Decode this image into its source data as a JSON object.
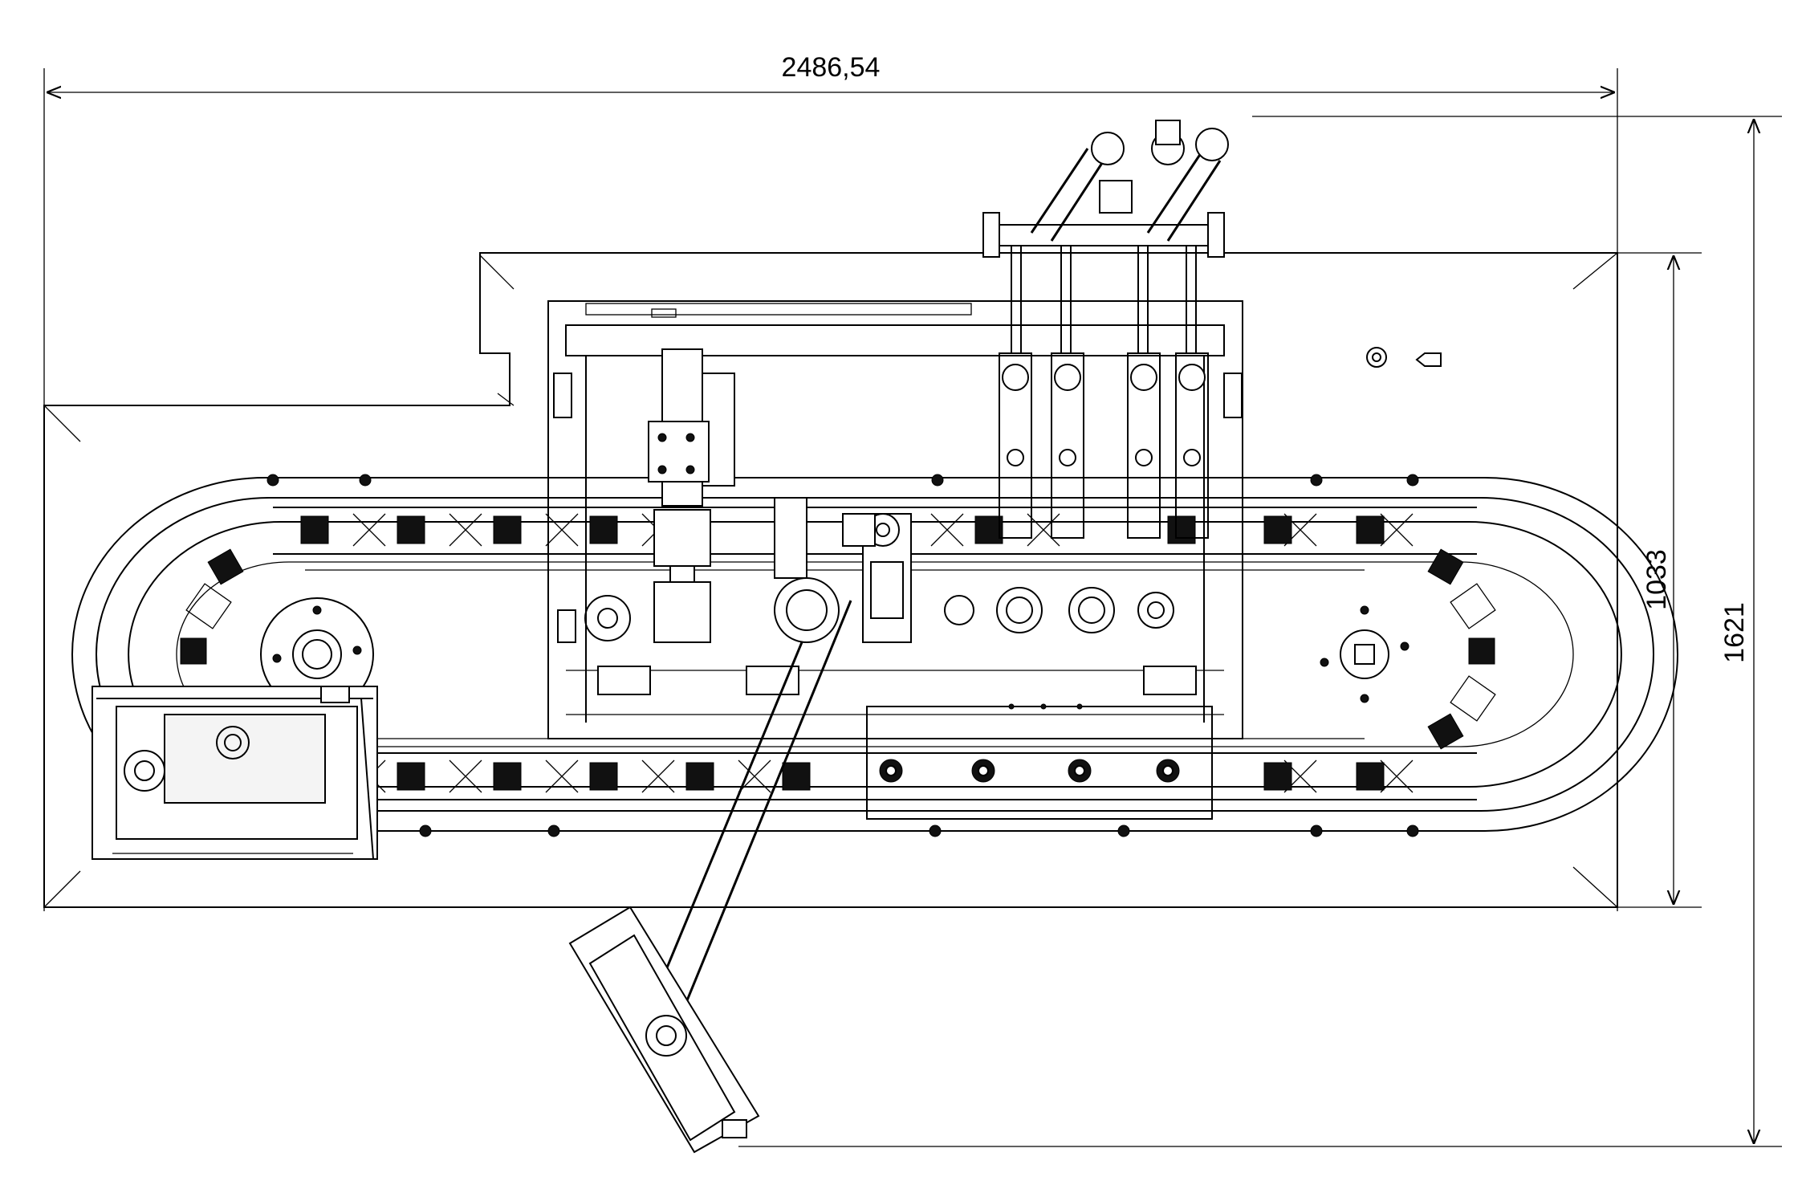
{
  "dimensions": {
    "overall_width": "2486,54",
    "frame_height": "1033",
    "overall_height": "1621"
  }
}
